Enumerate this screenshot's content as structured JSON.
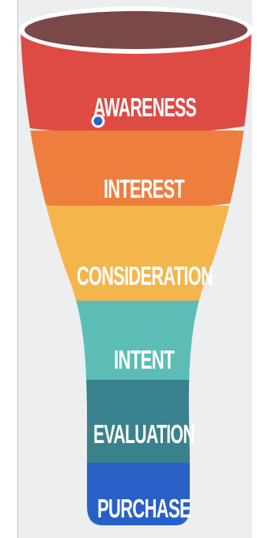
{
  "stages": [
    {
      "label": "AWARENESS",
      "color": "#de4b44"
    },
    {
      "label": "INTEREST",
      "color": "#ee7e3e"
    },
    {
      "label": "CONSIDERATION",
      "color": "#f5b54d"
    },
    {
      "label": "INTENT",
      "color": "#5cbdb7"
    },
    {
      "label": "EVALUATION",
      "color": "#39818d"
    },
    {
      "label": "PURCHASE",
      "color": "#2860c8"
    }
  ],
  "rim_interior_color": "#7a4847",
  "cursor_color": "#2f62c9"
}
